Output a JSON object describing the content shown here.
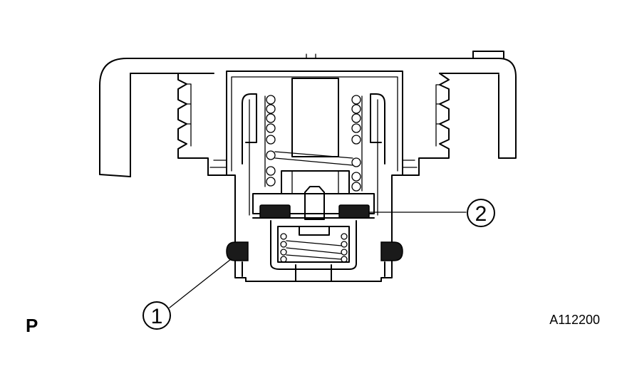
{
  "callouts": [
    {
      "id": "1",
      "label": "1"
    },
    {
      "id": "2",
      "label": "2"
    }
  ],
  "view_label": "P",
  "figure_code": "A112200",
  "colors": {
    "ink": "#000000",
    "seal": "#1a1a1a",
    "paper": "#ffffff"
  }
}
